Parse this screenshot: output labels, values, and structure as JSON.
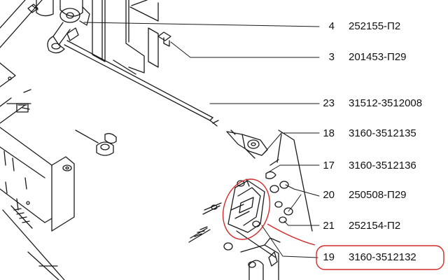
{
  "callouts": [
    {
      "number": "4",
      "part": "252155-П2"
    },
    {
      "number": "3",
      "part": "201453-П29"
    },
    {
      "number": "23",
      "part": "31512-3512008"
    },
    {
      "number": "18",
      "part": "3160-3512135"
    },
    {
      "number": "17",
      "part": "3160-3512136"
    },
    {
      "number": "20",
      "part": "250508-П29"
    },
    {
      "number": "21",
      "part": "252154-П2"
    },
    {
      "number": "19",
      "part": "3160-3512132"
    }
  ],
  "colors": {
    "ink": "#1a1a1a",
    "highlight": "#d42a2a",
    "paper": "#ffffff"
  },
  "highlight": {
    "circled_component": "bracket",
    "circled_callout": "19"
  }
}
